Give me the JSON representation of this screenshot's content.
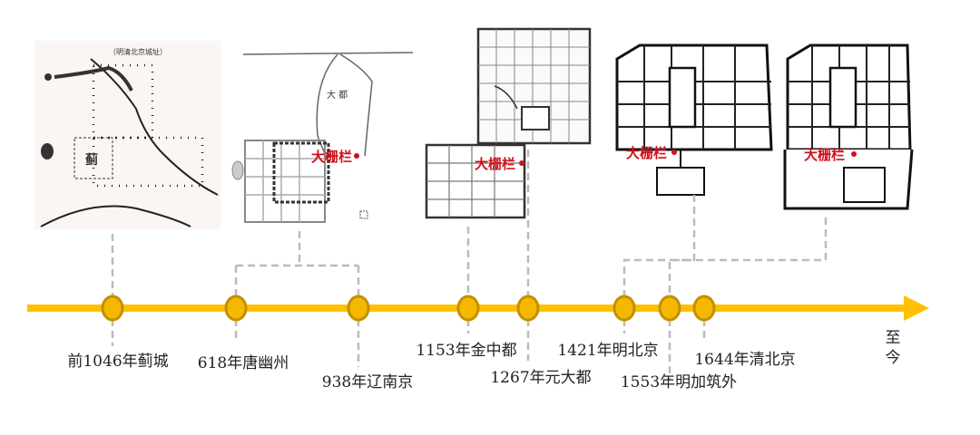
{
  "timeline": {
    "line_color": "#FFC000",
    "node_fill": "#F5B800",
    "node_stroke": "#C39000",
    "connector_color": "#BBBBBB",
    "events": [
      {
        "label": "前1046年蓟城"
      },
      {
        "label": "618年唐幽州"
      },
      {
        "label": "938年辽南京"
      },
      {
        "label": "1153年金中都"
      },
      {
        "label": "1267年元大都"
      },
      {
        "label": "1421年明北京"
      },
      {
        "label": "1553年明加筑外"
      },
      {
        "label": "1644年清北京"
      }
    ],
    "end_label": "至今"
  },
  "maps": {
    "map1": {
      "caption": "（明清北京城址）",
      "city_label": "蓟"
    },
    "map2": {
      "city_label": "大 都"
    },
    "marker_label": "大栅栏",
    "marker_color": "#D0111B"
  }
}
